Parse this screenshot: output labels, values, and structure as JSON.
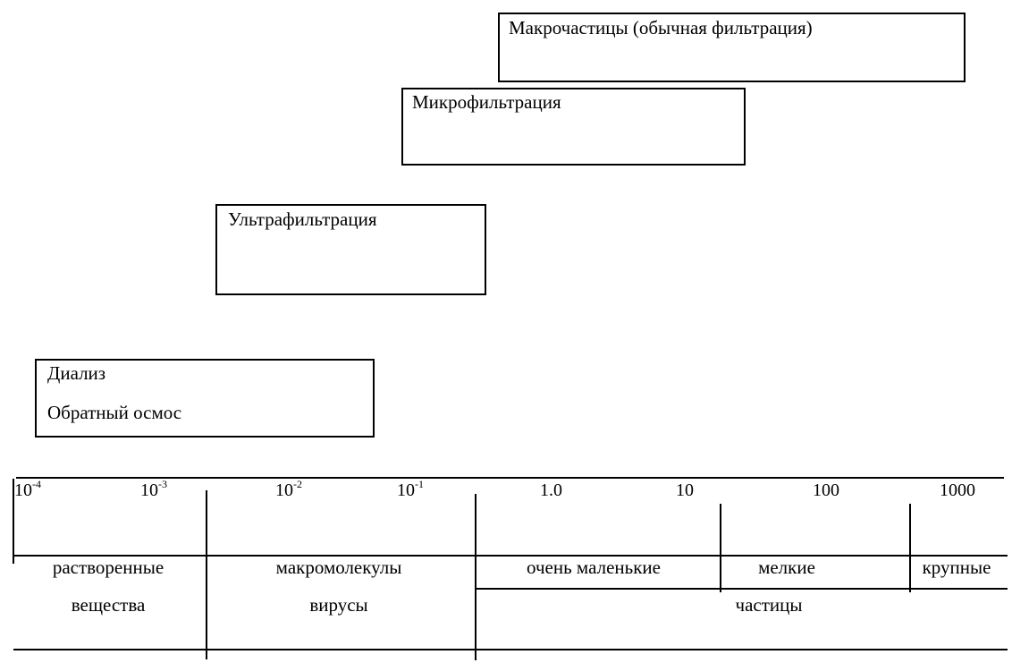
{
  "processes": {
    "macroparticles": "Макрочастицы (обычная фильтрация)",
    "microfiltration": "Микрофильтрация",
    "ultrafiltration": "Ультрафильтрация",
    "dialysis": "Диализ",
    "reverse_osmosis": "Обратный осмос"
  },
  "scale": {
    "ticks": [
      {
        "base": "10",
        "exp": "-4"
      },
      {
        "base": "10",
        "exp": "-3"
      },
      {
        "base": "10",
        "exp": "-2"
      },
      {
        "base": "10",
        "exp": "-1"
      },
      {
        "base": "1.0",
        "exp": ""
      },
      {
        "base": "10",
        "exp": ""
      },
      {
        "base": "100",
        "exp": ""
      },
      {
        "base": "1000",
        "exp": ""
      }
    ]
  },
  "categories": {
    "dissolved_1": "растворенные",
    "dissolved_2": "вещества",
    "macromolecules": "макромолекулы",
    "viruses": "вирусы",
    "very_small": "очень маленькие",
    "small": "мелкие",
    "large": "крупные",
    "particles": "частицы"
  }
}
